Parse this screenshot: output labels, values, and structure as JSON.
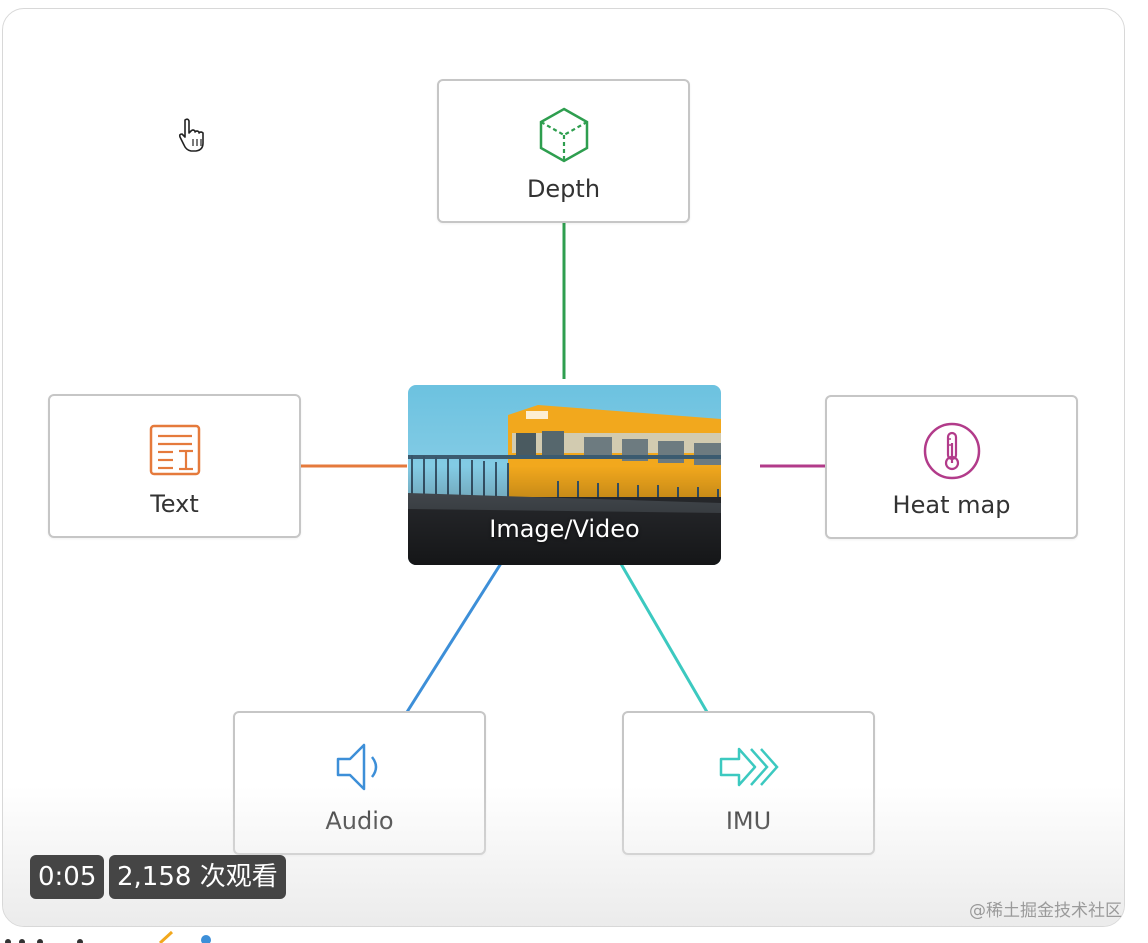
{
  "diagram": {
    "center": {
      "label": "Image/Video"
    },
    "nodes": {
      "depth": {
        "label": "Depth",
        "icon": "cube-icon",
        "color": "#2e9e4f"
      },
      "text": {
        "label": "Text",
        "icon": "text-document-icon",
        "color": "#e57a3c"
      },
      "heatmap": {
        "label": "Heat map",
        "icon": "thermometer-icon",
        "color": "#b23b8a"
      },
      "audio": {
        "label": "Audio",
        "icon": "speaker-icon",
        "color": "#3d8fd8"
      },
      "imu": {
        "label": "IMU",
        "icon": "arrows-icon",
        "color": "#3cc9c0"
      }
    }
  },
  "player": {
    "time": "0:05",
    "views": "2,158 次观看"
  },
  "watermark": "@稀土掘金技术社区"
}
